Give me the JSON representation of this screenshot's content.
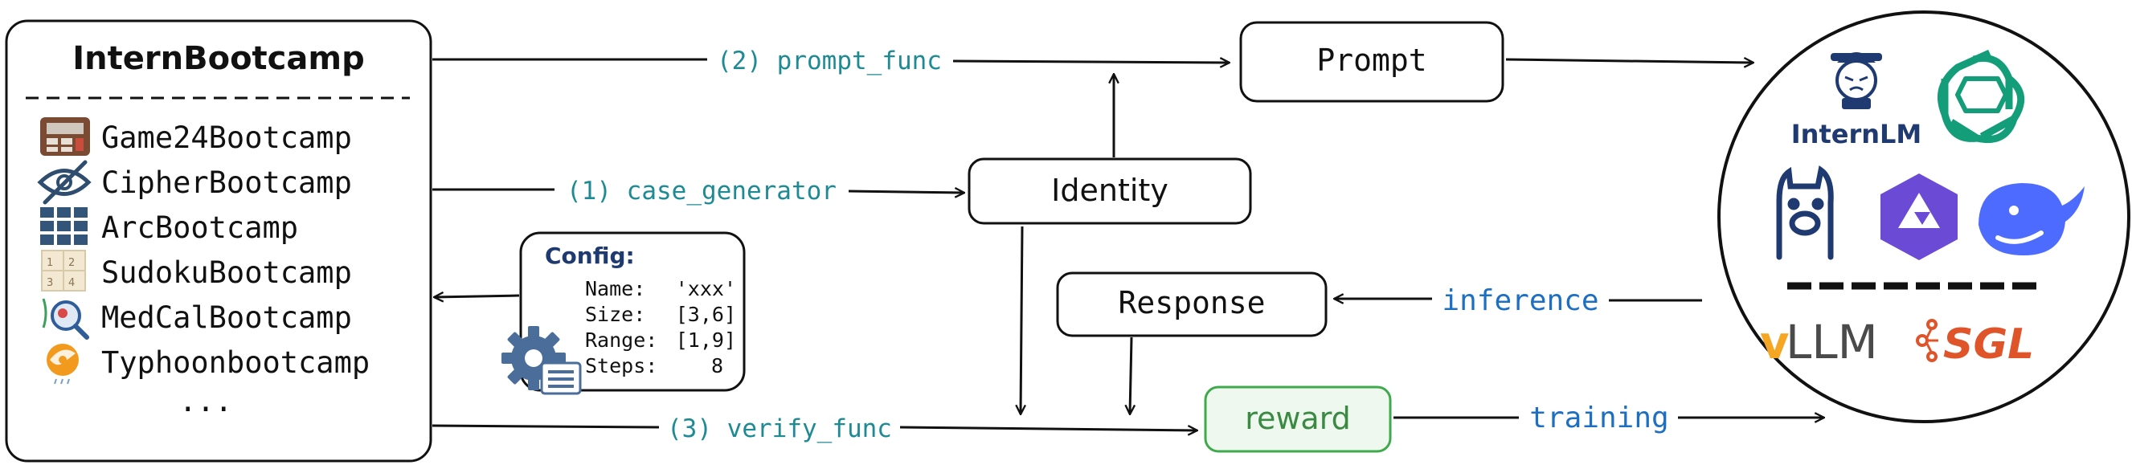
{
  "bootcamp": {
    "title": "InternBootcamp",
    "items": [
      {
        "label": "Game24Bootcamp",
        "icon": "calculator-icon"
      },
      {
        "label": "CipherBootcamp",
        "icon": "eye-slash-icon"
      },
      {
        "label": "ArcBootcamp",
        "icon": "grid-icon"
      },
      {
        "label": "SudokuBootcamp",
        "icon": "sudoku-icon"
      },
      {
        "label": "MedCalBootcamp",
        "icon": "microscope-icon"
      },
      {
        "label": "Typhoonbootcamp",
        "icon": "typhoon-icon"
      }
    ],
    "ellipsis": "..."
  },
  "config": {
    "title": "Config:",
    "rows": [
      {
        "key": "Name:",
        "value": "'xxx'"
      },
      {
        "key": "Size:",
        "value": "[3,6]"
      },
      {
        "key": "Range:",
        "value": "[1,9]"
      },
      {
        "key": "Steps:",
        "value": "8"
      }
    ],
    "icon": "gear-list-icon"
  },
  "flows": {
    "prompt_func": "(2) prompt_func",
    "case_generator": "(1) case_generator",
    "verify_func": "(3) verify_func",
    "inference": "inference",
    "training": "training"
  },
  "nodes": {
    "prompt": "Prompt",
    "identity": "Identity",
    "response": "Response",
    "reward": "reward"
  },
  "models": {
    "internlm": "InternLM",
    "vllm_v": "v",
    "vllm_rest": "LLM",
    "sgl": "SGL",
    "icons": [
      "internlm-icon",
      "openai-icon",
      "llama-icon",
      "qwen-icon",
      "deepseek-icon",
      "vllm-icon",
      "sglang-icon"
    ]
  },
  "colors": {
    "teal": "#1e8a94",
    "blue": "#1d6fc4",
    "reward_green": "#3eaa4c",
    "reward_fill": "#eef8ee",
    "navy": "#1f3a70",
    "openai_green": "#139d78",
    "qwen_purple": "#6b4ad6",
    "deepseek_blue": "#4d6bfe",
    "sgl_orange": "#e0542a"
  }
}
